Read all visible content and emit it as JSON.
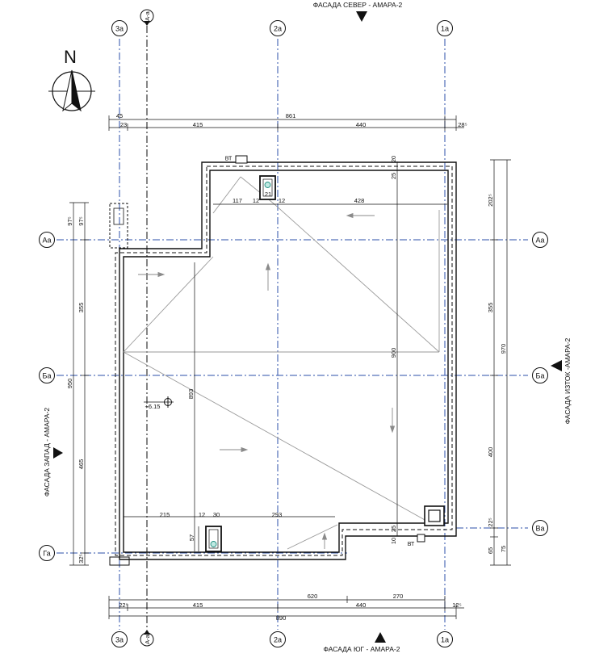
{
  "facades": {
    "north": "ФАСАДА СЕВЕР - АМАРА-2",
    "south": "ФАСАДА ЮГ - АМАРА-2",
    "west": "ФАСАДА ЗАПАД - АМАРА-2",
    "east": "ФАСАДА ИЗТОК -АМАРА-2"
  },
  "compass": {
    "letter": "N"
  },
  "axes": {
    "vertical": [
      "3а",
      "2а",
      "1а"
    ],
    "horizontal": [
      "Аа",
      "Ба",
      "Ва",
      "Га"
    ],
    "section_marker": "А-а"
  },
  "labels": {
    "bt_top": "ВТ",
    "bt_bottom": "ВТ",
    "level": "+6.15"
  },
  "colors": {
    "grid_axis": "#2b4fa8",
    "linework": "#111111",
    "slope": "#9a9a9a"
  },
  "dims": {
    "top_45": "45",
    "top_861": "861",
    "top_23": "23",
    "top_415": "415",
    "top_440": "440",
    "top_28": "28⁵",
    "bot_22": "22⁵",
    "bot_415": "415",
    "bot_440": "440",
    "bot_12": "12⁵",
    "bot_620": "620",
    "bot_270": "270",
    "bot_890": "890",
    "left_97": "97⁵",
    "left_355": "355",
    "left_465": "465",
    "left_32": "32⁵",
    "left_950": "950",
    "right_202": "202⁵",
    "right_355": "355",
    "right_400": "400",
    "right_22": "22⁵",
    "right_65": "65",
    "right_75": "75",
    "right_970": "970",
    "in_117": "117",
    "in_12a": "12",
    "in_21": "21",
    "in_12b": "12",
    "in_428": "428",
    "in_20": "20",
    "in_25a": "25",
    "in_900": "900",
    "in_893": "893",
    "in_215": "215",
    "in_12c": "12",
    "in_30": "30",
    "in_293": "293",
    "in_57": "57",
    "in_25b": "25",
    "in_10": "10"
  }
}
